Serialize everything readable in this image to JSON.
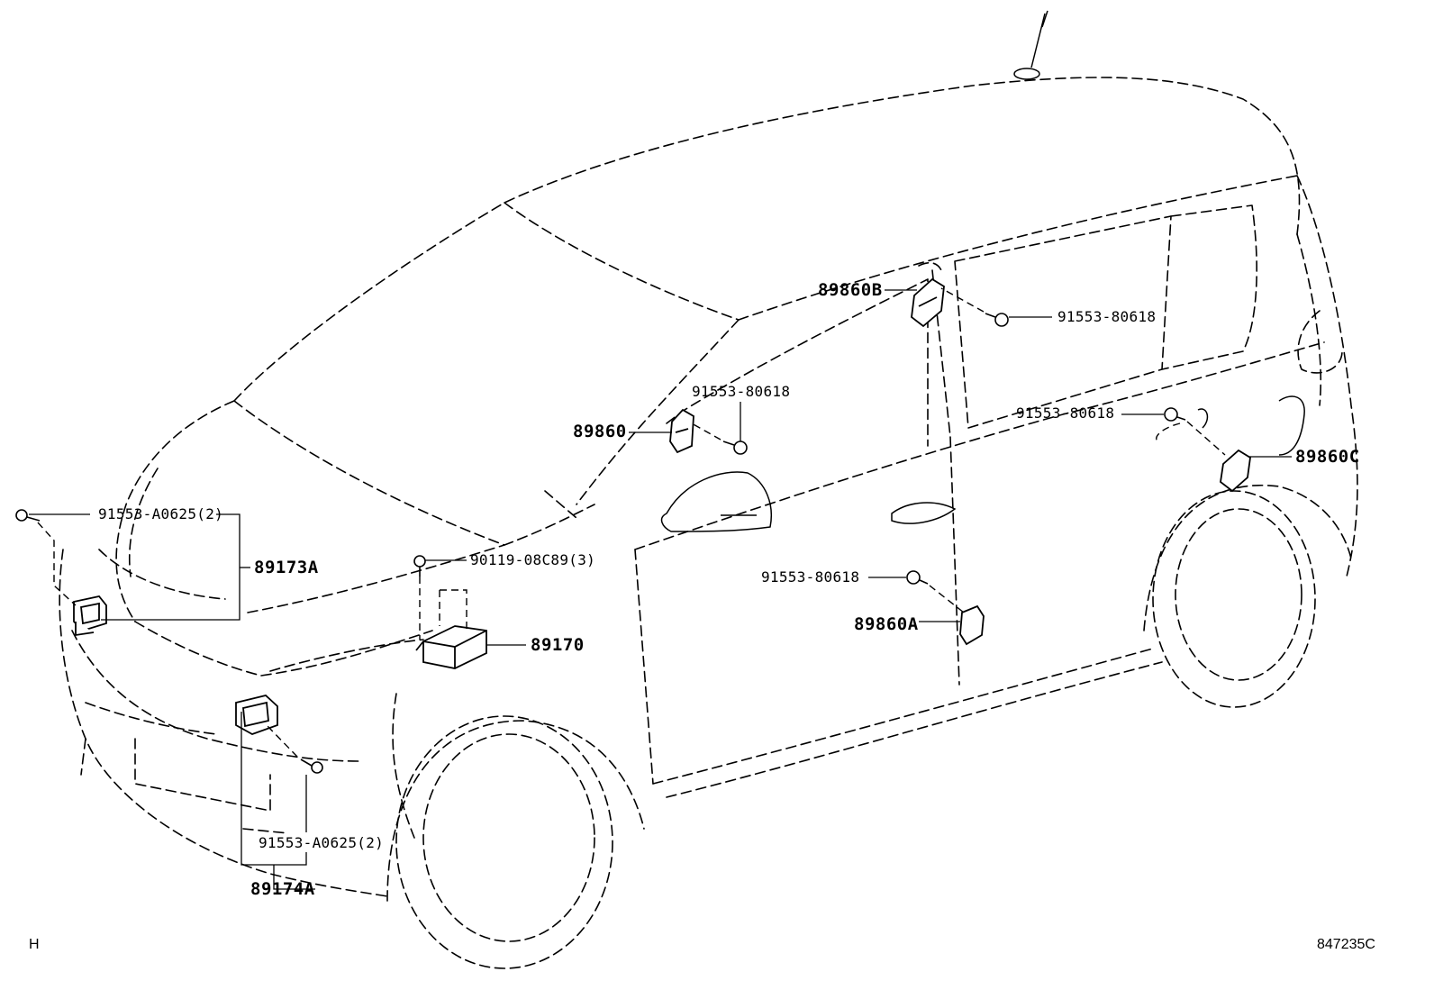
{
  "diagram": {
    "sheet_letter": "H",
    "figure_id": "847235C",
    "labels": {
      "p89173A": "89173A",
      "p89174A": "89174A",
      "p89170": "89170",
      "p89860": "89860",
      "p89860A": "89860A",
      "p89860B": "89860B",
      "p89860C": "89860C",
      "b_a0625_top": "91553-A0625(2)",
      "b_a0625_bottom": "91553-A0625(2)",
      "b_90119": "90119-08C89(3)",
      "b_80618_89860": "91553-80618",
      "b_80618_89860A": "91553-80618",
      "b_80618_89860B": "91553-80618",
      "b_80618_89860C": "91553-80618"
    }
  }
}
